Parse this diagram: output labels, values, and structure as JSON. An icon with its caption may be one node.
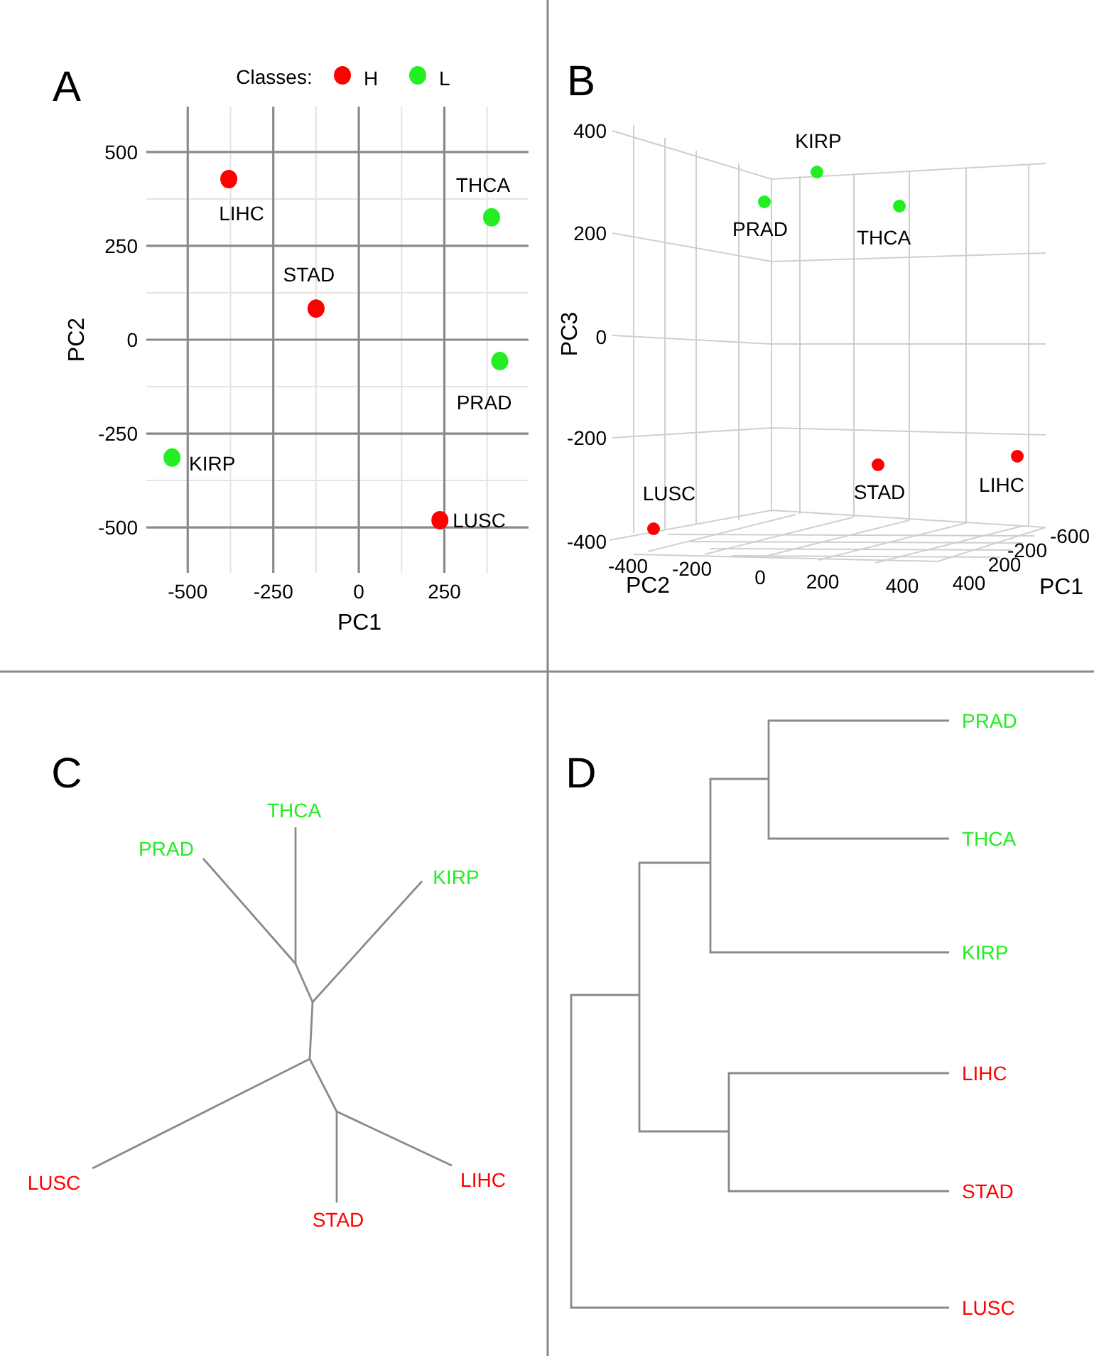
{
  "diagram": {
    "labels": [
      "A",
      "Classes:",
      "THCA",
      "LIHC",
      "STAD",
      "PRAD",
      "KIRP",
      "LUSC",
      "B",
      "400",
      "KIRP",
      "PRAD",
      "THCA",
      "200",
      "PC3",
      "0",
      "-200",
      "LUSC",
      "STAD",
      "LIHC",
      "-400",
      "-600",
      "-400",
      "PC2",
      "-200",
      "0",
      "200",
      "400",
      "400",
      "200",
      "-200",
      "PC1",
      "C",
      "THCA",
      "PRAD",
      "KIRP",
      "LIHC",
      "LUSC",
      "STAD",
      "D",
      "PRAD",
      "THCA",
      "KIRP",
      "LIHC",
      "STAD",
      "LUSC"
    ],
    "legend": [
      {
        "text": "H",
        "color": "#ff0000"
      },
      {
        "text": "L",
        "color": "#22ee22"
      }
    ],
    "chart_data": {
      "type": "scatter",
      "grid": true,
      "xlabel": "PC1",
      "ylabel": "PC2",
      "xlim": [
        -621,
        496
      ],
      "ylim": [
        -621,
        621
      ],
      "xticks": [
        -500,
        -250,
        0,
        250
      ],
      "yticks": [
        -500,
        -250,
        0,
        250,
        500
      ],
      "x": [
        -546,
        -380,
        -125,
        237,
        388,
        412
      ],
      "series": [
        {
          "color": "#ff0000",
          "values": [
            null,
            428,
            83,
            -481,
            null,
            null
          ]
        },
        {
          "color": "#22ee22",
          "values": [
            -314,
            null,
            null,
            null,
            326,
            -57
          ]
        }
      ]
    }
  }
}
